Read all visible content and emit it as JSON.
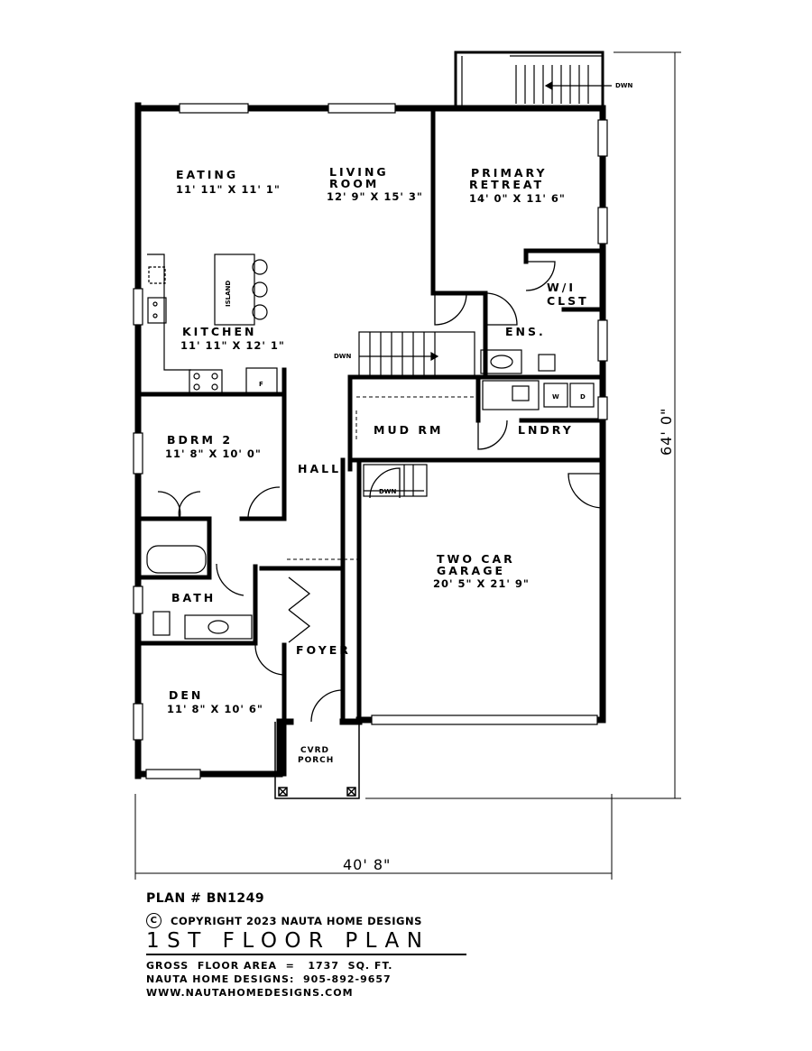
{
  "rooms": {
    "eating": {
      "name": "EATING",
      "dims": "11' 11\" X 11' 1\""
    },
    "living": {
      "name_1": "LIVING",
      "name_2": "ROOM",
      "dims": "12' 9\" X 15' 3\""
    },
    "primary": {
      "name_1": "PRIMARY",
      "name_2": "RETREAT",
      "dims": "14' 0\" X 11' 6\""
    },
    "kitchen": {
      "name": "KITCHEN",
      "dims": "11' 11\" X 12' 1\""
    },
    "island": "ISLAND",
    "wi_closet": {
      "name_1": "W/I",
      "name_2": "CLST"
    },
    "ensuite": "ENS.",
    "mudroom": "MUD RM",
    "laundry": "LNDRY",
    "bedroom2": {
      "name": "BDRM 2",
      "dims": "11' 8\" X 10' 0\""
    },
    "hall": "HALL",
    "garage": {
      "name_1": "TWO CAR",
      "name_2": "GARAGE",
      "dims": "20' 5\" X 21' 9\""
    },
    "bath": "BATH",
    "foyer": "FOYER",
    "den": {
      "name": "DEN",
      "dims": "11' 8\" X 10' 6\""
    },
    "porch": {
      "name_1": "CVRD",
      "name_2": "PORCH"
    }
  },
  "symbols": {
    "fridge": "F",
    "washer": "W",
    "dryer": "D",
    "stair_down": "DWN"
  },
  "dimensions": {
    "width": "40' 8\"",
    "depth": "64' 0\""
  },
  "title_block": {
    "plan_number": "PLAN # BN1249",
    "copyright_symbol": "C",
    "copyright": "COPYRIGHT 2023 NAUTA HOME DESIGNS",
    "title": "1ST FLOOR PLAN",
    "gross_area": "GROSS  FLOOR AREA  =   1737  SQ. FT.",
    "phone": "NAUTA HOME DESIGNS:  905-892-9657",
    "website": "WWW.NAUTAHOMEDESIGNS.COM"
  }
}
